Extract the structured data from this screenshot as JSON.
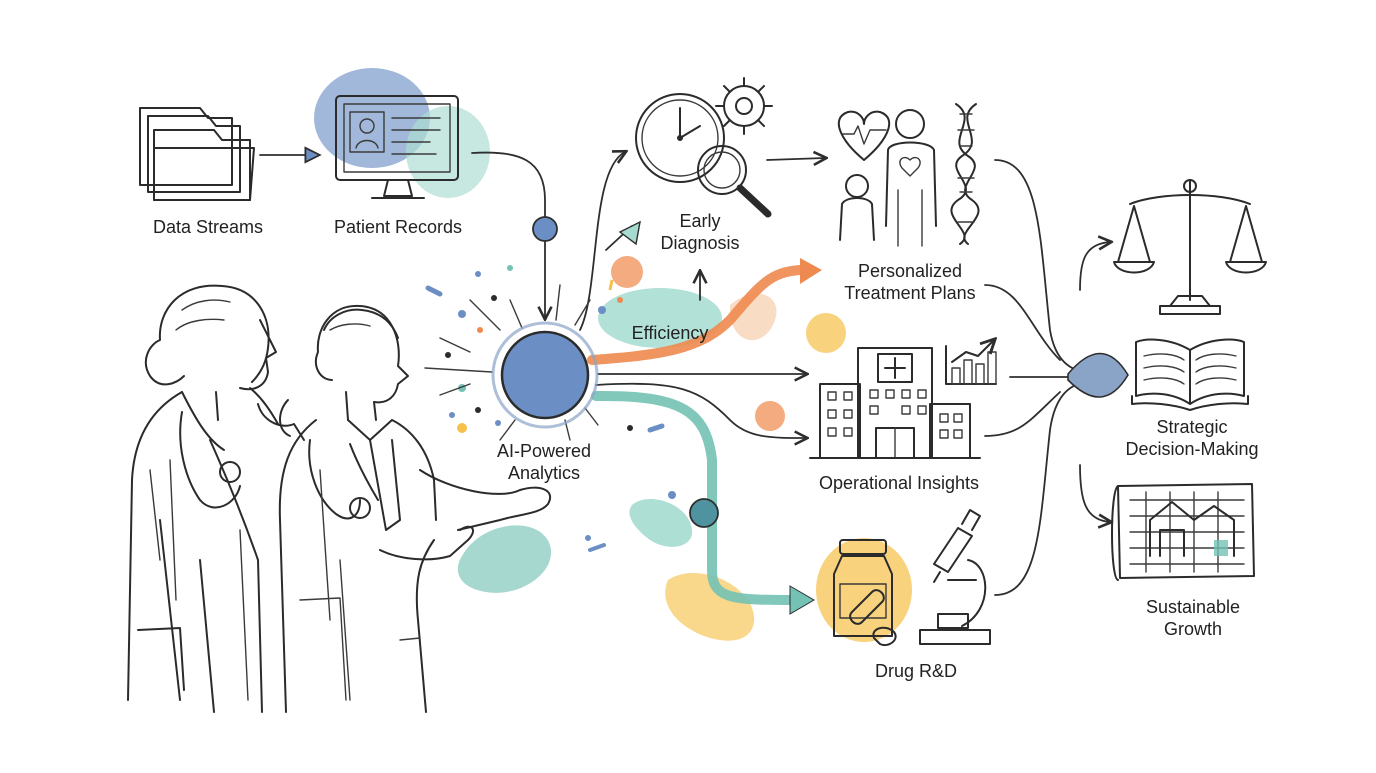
{
  "nodes": {
    "data_streams": "Data Streams",
    "patient_records": "Patient Records",
    "ai_analytics": [
      "AI-Powered",
      "Analytics"
    ],
    "early_diagnosis": [
      "Early",
      "Diagnosis"
    ],
    "efficiency": "Efficiency",
    "personalized_treatment": [
      "Personalized",
      "Treatment Plans"
    ],
    "operational_insights": "Operational Insights",
    "drug_rd": "Drug R&D",
    "strategic_decision": [
      "Strategic",
      "Decision-Making"
    ],
    "sustainable_growth": [
      "Sustainable",
      "Growth"
    ]
  },
  "colors": {
    "blue": "#6b8fc4",
    "teal": "#73c2b4",
    "orange": "#ee8a4f",
    "yellow": "#f6c04a",
    "ink": "#2b2b2b"
  },
  "icons": [
    "folders-icon",
    "monitor-patient-record-icon",
    "clock-icon",
    "gear-icon",
    "magnifier-icon",
    "heart-icon",
    "patient-figures-icon",
    "dna-icon",
    "hospital-icon",
    "bar-chart-icon",
    "pill-bottle-icon",
    "microscope-icon",
    "scales-icon",
    "open-book-icon",
    "blueprint-icon",
    "doctors-illustration"
  ]
}
